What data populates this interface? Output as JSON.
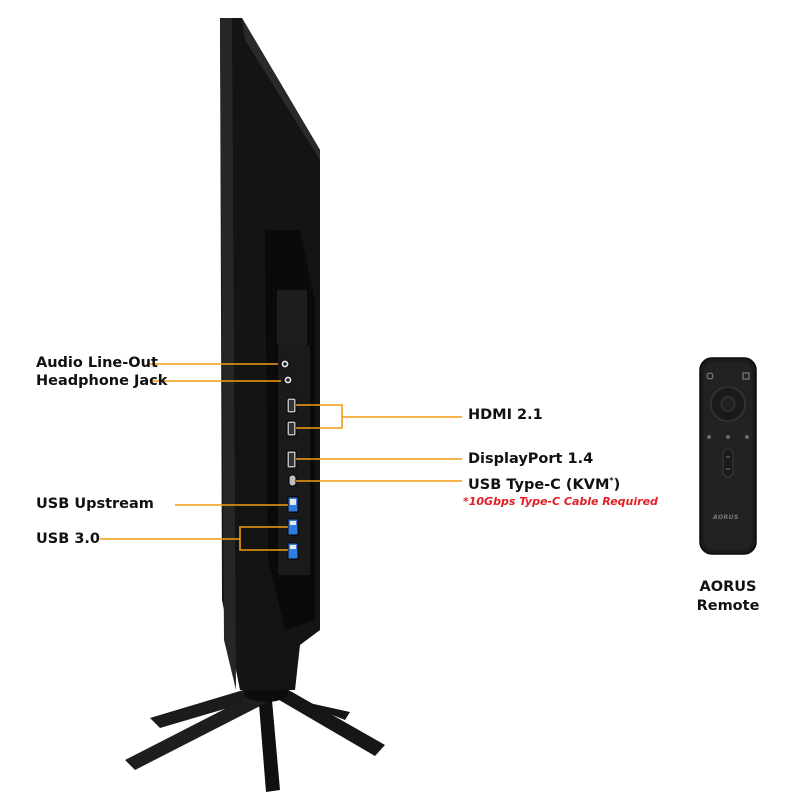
{
  "colors": {
    "callout": "#f39c12",
    "note": "#e31e24",
    "monitor_body": "#141414",
    "remote_body": "#1c1c1c"
  },
  "labels": {
    "audio_line_out": "Audio Line-Out",
    "headphone_jack": "Headphone Jack",
    "usb_upstream": "USB Upstream",
    "usb_3": "USB 3.0",
    "hdmi": "HDMI 2.1",
    "displayport": "DisplayPort 1.4",
    "usbc_prefix": "USB Type-C (KVM",
    "usbc_mark": "*",
    "usbc_suffix": ")",
    "cable_note": "*10Gbps Type-C Cable Required"
  },
  "remote": {
    "brand_mark": "AORUS",
    "caption_line1": "AORUS",
    "caption_line2": "Remote"
  }
}
